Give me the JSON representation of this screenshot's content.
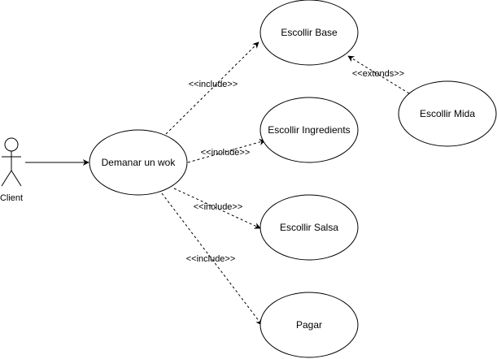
{
  "diagram": {
    "actor": {
      "label": "Client"
    },
    "use_cases": {
      "demanar": "Demanar un wok",
      "base": "Escollir Base",
      "ingredients": "Escollir Ingredients",
      "salsa": "Escollir Salsa",
      "pagar": "Pagar",
      "mida": "Escollir Mida"
    },
    "relations": {
      "include_base": "<<include>>",
      "include_ingredients": "<<include>>",
      "include_salsa": "<<include>>",
      "include_pagar": "<<include>>",
      "extends_mida": "<<extends>>"
    }
  }
}
